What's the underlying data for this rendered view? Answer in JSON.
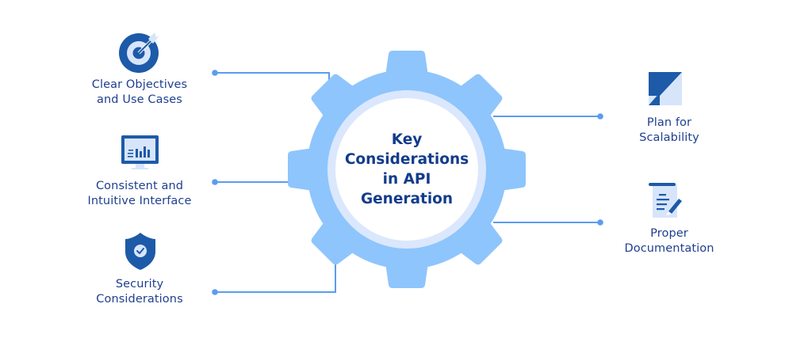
{
  "center": {
    "title_lines": [
      "Key",
      "Considerations",
      "in API",
      "Generation"
    ]
  },
  "items": [
    {
      "id": "clear-objectives",
      "side": "left",
      "icon": "target-icon",
      "lines": [
        "Clear Objectives",
        "and Use Cases"
      ]
    },
    {
      "id": "consistent-interface",
      "side": "left",
      "icon": "monitor-chart-icon",
      "lines": [
        "Consistent and",
        "Intuitive Interface"
      ]
    },
    {
      "id": "security",
      "side": "left",
      "icon": "shield-check-icon",
      "lines": [
        "Security",
        "Considerations"
      ]
    },
    {
      "id": "scalability",
      "side": "right",
      "icon": "scalability-icon",
      "lines": [
        "Plan for",
        "Scalability"
      ]
    },
    {
      "id": "documentation",
      "side": "right",
      "icon": "document-pen-icon",
      "lines": [
        "Proper",
        "Documentation"
      ]
    }
  ],
  "colors": {
    "gear": "#8ec5fc",
    "ring": "#dbe7fd",
    "inner": "#ffffff",
    "line": "#5b9cf0",
    "text": "#1f3f8f",
    "icon_dark": "#1d5aa8",
    "icon_light": "#d7e5fb"
  }
}
